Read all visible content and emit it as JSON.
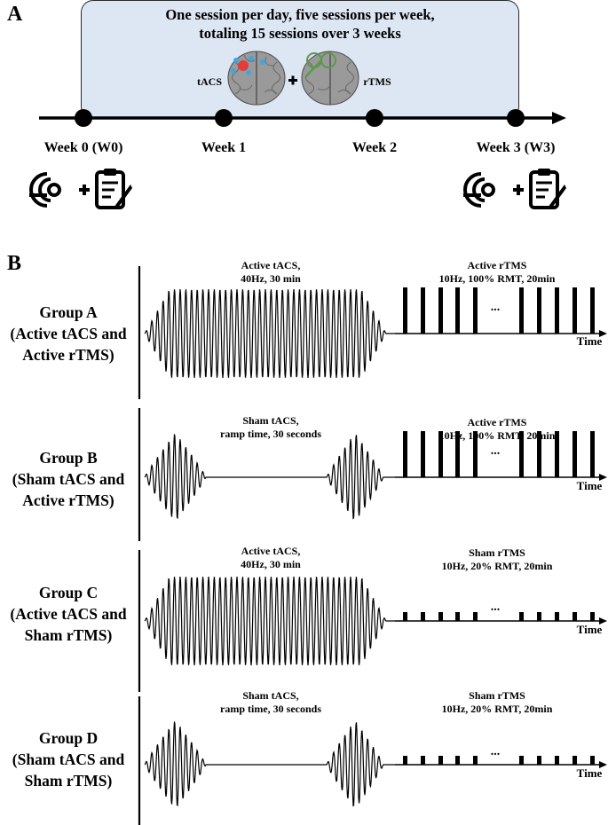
{
  "panel_a": {
    "letter": "A",
    "header_line1": "One session per day, five sessions per week,",
    "header_line2": "totaling 15 sessions over 3 weeks",
    "tacs_label": "tACS",
    "rtms_label": "rTMS",
    "weeks": [
      "Week 0 (W0)",
      "Week 1",
      "Week 2",
      "Week 3 (W3)"
    ],
    "box_color": "#dde6f3",
    "assessment_icons": [
      "eeg-target-icon",
      "plus-icon",
      "questionnaire-pen-icon"
    ]
  },
  "panel_b": {
    "letter": "B",
    "groups": [
      {
        "title": "Group A",
        "desc_line1": "(Active tACS and",
        "desc_line2": "Active rTMS)",
        "tacs_label1": "Active tACS,",
        "tacs_label2": "40Hz, 30 min",
        "tacs_type": "active",
        "rtms_label1": "Active rTMS",
        "rtms_label2": "10Hz, 100% RMT, 20min",
        "rtms_type": "active"
      },
      {
        "title": "Group B",
        "desc_line1": "(Sham tACS  and",
        "desc_line2": "Active rTMS)",
        "tacs_label1": "Sham tACS,",
        "tacs_label2": "ramp time, 30 seconds",
        "tacs_type": "sham",
        "rtms_label1": "Active rTMS",
        "rtms_label2": "10Hz, 100% RMT, 20min",
        "rtms_type": "active"
      },
      {
        "title": "Group C",
        "desc_line1": "(Active tACS and",
        "desc_line2": "Sham rTMS)",
        "tacs_label1": "Active tACS,",
        "tacs_label2": "40Hz, 30 min",
        "tacs_type": "active",
        "rtms_label1": "Sham rTMS",
        "rtms_label2": "10Hz, 20% RMT, 20min",
        "rtms_type": "sham"
      },
      {
        "title": "Group D",
        "desc_line1": "(Sham tACS and",
        "desc_line2": "Sham rTMS)",
        "tacs_label1": "Sham tACS,",
        "tacs_label2": "ramp time, 30 seconds",
        "tacs_type": "sham",
        "rtms_label1": "Sham rTMS",
        "rtms_label2": "10Hz, 20% RMT, 20min",
        "rtms_type": "sham"
      }
    ],
    "ellipsis": "...",
    "time_label": "Time"
  }
}
